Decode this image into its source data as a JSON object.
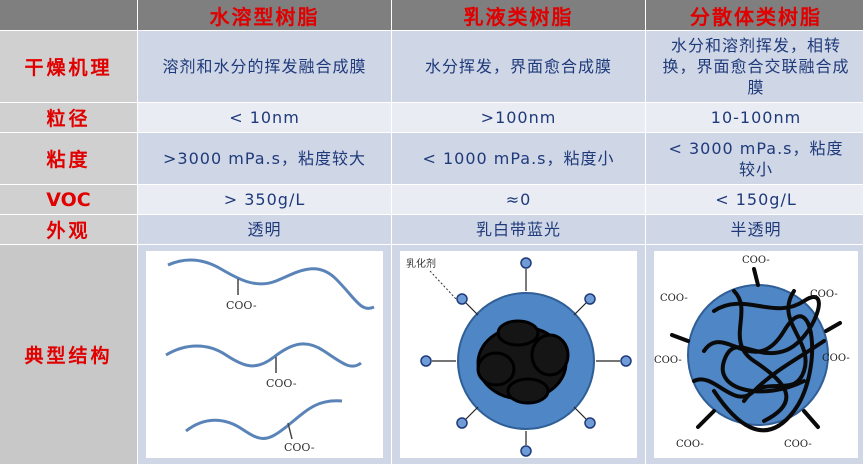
{
  "header": {
    "corner": "",
    "col1": "水溶型树脂",
    "col2": "乳液类树脂",
    "col3": "分散体类树脂"
  },
  "rows": {
    "drying": {
      "label": "干燥机理",
      "c1": "溶剂和水分的挥发融合成膜",
      "c2": "水分挥发，界面愈合成膜",
      "c3": "水分和溶剂挥发，相转换，界面愈合交联融合成膜"
    },
    "particle": {
      "label": "粒径",
      "c1": "< 10nm",
      "c2": ">100nm",
      "c3": "10-100nm"
    },
    "viscosity": {
      "label": "粘度",
      "c1": ">3000 mPa.s，粘度较大",
      "c2": "< 1000 mPa.s，粘度小",
      "c3": "< 3000 mPa.s，粘度较小"
    },
    "voc": {
      "label": "VOC",
      "c1": "> 350g/L",
      "c2": "≈0",
      "c3": "< 150g/L"
    },
    "appearance": {
      "label": "外观",
      "c1": "透明",
      "c2": "乳白带蓝光",
      "c3": "半透明"
    },
    "structure": {
      "label": "典型结构",
      "c1_labels": [
        "COO-",
        "COO-",
        "COO-"
      ],
      "c2_labels": [
        "乳化剂"
      ],
      "c3_labels": [
        "COO-",
        "COO-",
        "COO-",
        "COO-",
        "COO-",
        "COO-",
        "COO-"
      ]
    }
  },
  "colors": {
    "header_bg": "#7f7f7f",
    "label_text": "#e00000",
    "body_text": "#1f3a7a",
    "particle_blue": "#4f86c6",
    "emulsifier_dot": "#5f8fd0"
  }
}
